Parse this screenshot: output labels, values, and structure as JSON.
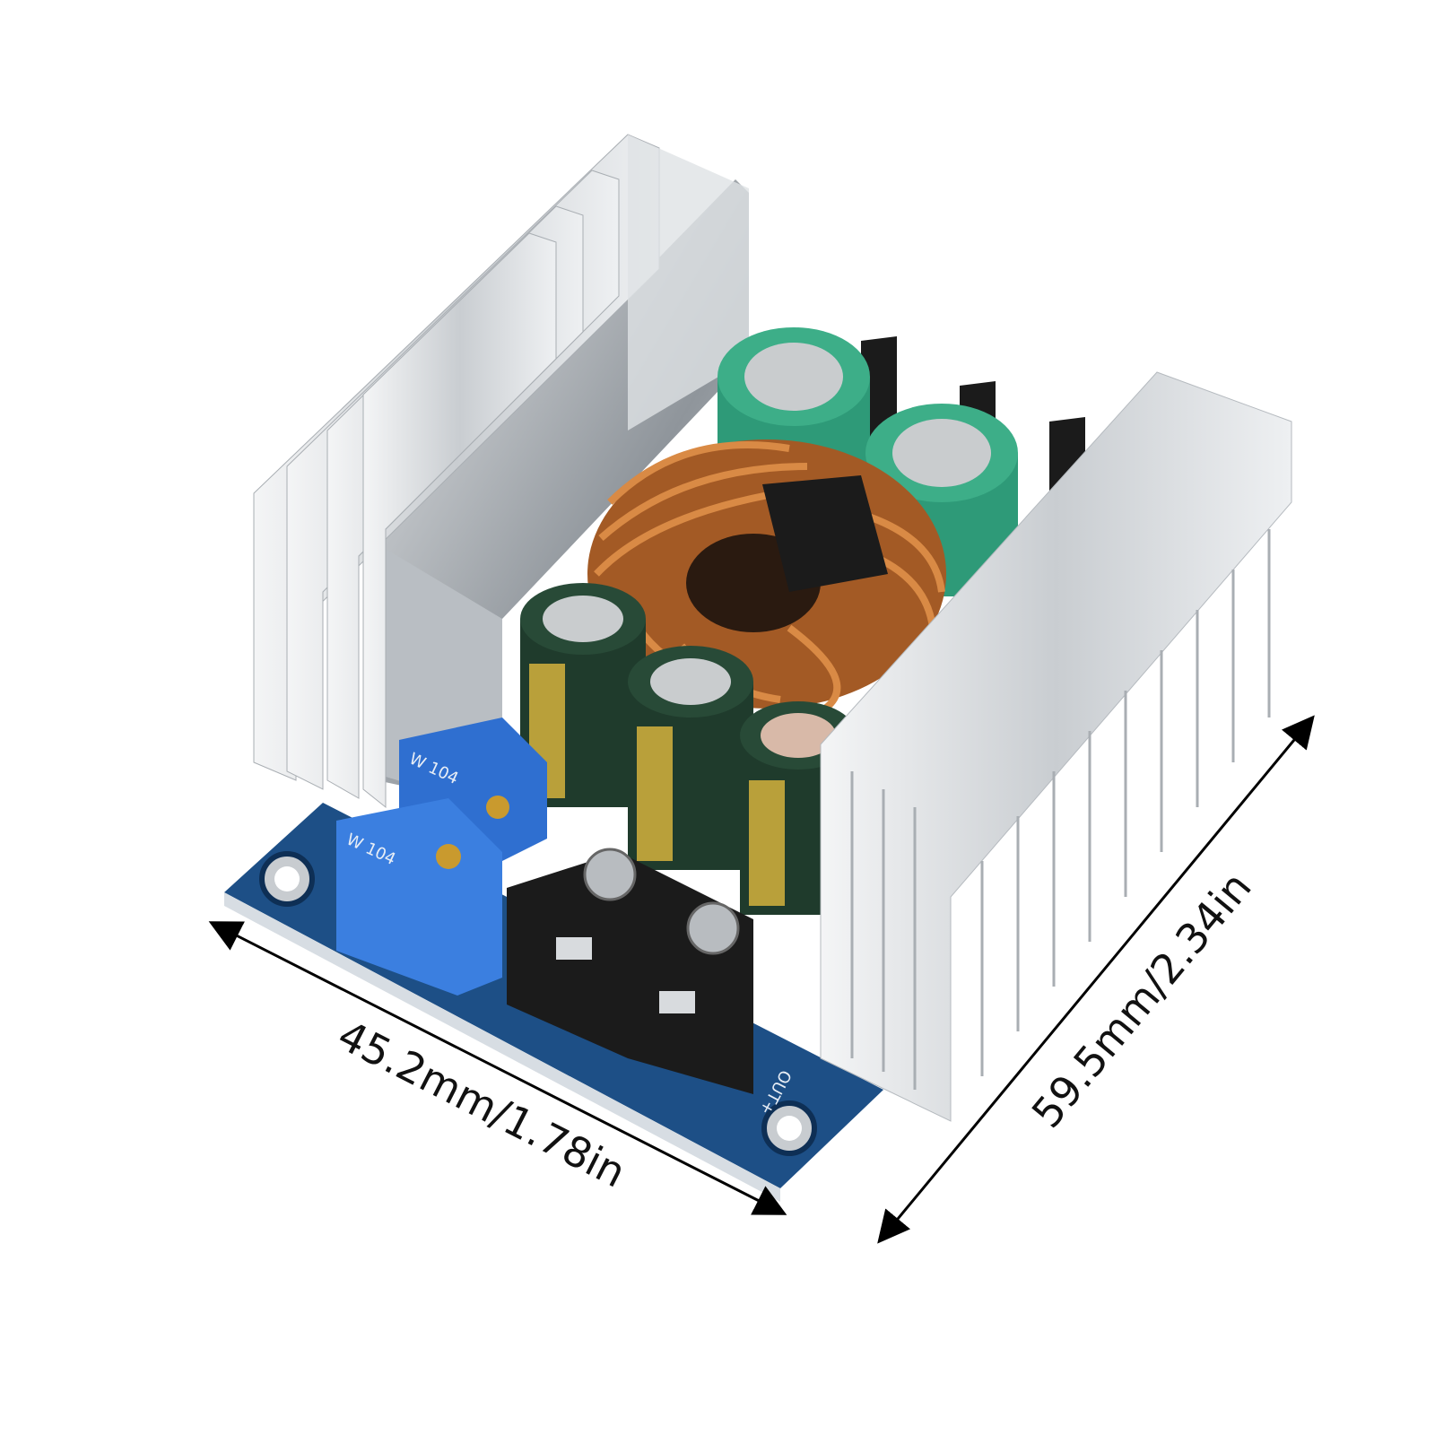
{
  "dimensions": {
    "width_label": "45.2mm/1.78in",
    "depth_label": "59.5mm/2.34in"
  },
  "board_markings": {
    "output_terminal": "OUT+",
    "potentiometer_code": "W 104"
  },
  "colors": {
    "pcb": "#1d4f86",
    "heatsink": "#d9dcdf",
    "copper_coil": "#b8692e",
    "capacitor_green": "#2e9a78",
    "capacitor_dark": "#1f3b2c",
    "potentiometer": "#2f6fd0",
    "terminal_block": "#1b1b1b",
    "arrow": "#000000"
  }
}
